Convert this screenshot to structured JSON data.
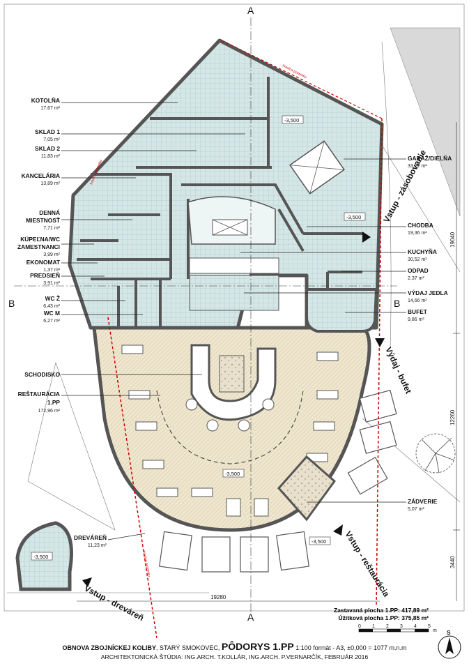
{
  "section_marks": {
    "a_top": "A",
    "a_bottom": "A",
    "b_left": "B",
    "b_right": "B"
  },
  "rooms": {
    "kotolna": {
      "name": "KOTOLŇA",
      "area": "17,67 m²"
    },
    "sklad1": {
      "name": "SKLAD 1",
      "area": "7,05 m²"
    },
    "sklad2": {
      "name": "SKLAD 2",
      "area": "11,83 m²"
    },
    "kancelaria": {
      "name": "KANCELÁRIA",
      "area": "13,89 m²"
    },
    "denna_1": "DENNÁ",
    "denna_2": "MIESTNOSŤ",
    "denna_area": "7,71 m²",
    "kupelna_1": "KÚPEĽNA/WC",
    "kupelna_2": "ZAMESTNANCI",
    "kupelna_area": "3,99 m²",
    "ekonomat": {
      "name": "EKONOMAT",
      "area": "1,37 m²"
    },
    "predsien": {
      "name": "PREDSIEŇ",
      "area": "3,91 m²"
    },
    "wcz": {
      "name": "WC Ž",
      "area": "6,43 m²"
    },
    "wcm": {
      "name": "WC M",
      "area": "6,27 m²"
    },
    "schodisko": {
      "name": "SCHODISKO"
    },
    "restauracia_1": "REŠTAURÁCIA",
    "restauracia_2": "1.PP",
    "restauracia_area": "172,96 m²",
    "drevaren": {
      "name": "DREVÁREŇ",
      "area": "11,23 m²"
    },
    "garaz": {
      "name": "GARÁŽ/DIELŇA",
      "area": "33,22 m²"
    },
    "chodba": {
      "name": "CHODBA",
      "area": "19,36 m²"
    },
    "kuchyna": {
      "name": "KUCHYŇA",
      "area": "30,52 m²"
    },
    "odpad": {
      "name": "ODPAD",
      "area": "2,37 m²"
    },
    "vydaj": {
      "name": "VÝDAJ JEDLA",
      "area": "14,66 m²"
    },
    "bufet": {
      "name": "BUFET",
      "area": "9,86 m²"
    },
    "zadverie": {
      "name": "ZÁDVERIE",
      "area": "5,07 m²"
    }
  },
  "levels": {
    "kotolna": "-3,500",
    "chodba": "-3,500",
    "restauracia": "-3,500",
    "zadverie": "-3,500",
    "drevaren": "-3,500"
  },
  "entrances": {
    "zasobovanie": "Vstup - zásobovanie",
    "bufet": "Výdaj - bufet",
    "restauracia": "Vstup - reštaurácia",
    "drevaren": "Vstup - dreváreň"
  },
  "boundary_label": "hranica pozemku",
  "dimensions": {
    "bottom": "19280",
    "right_top": "19040",
    "right_mid": "12260",
    "right_bottom": "3440"
  },
  "stats": {
    "zastavana": "Zastavaná plocha 1.PP: 417,89 m²",
    "uzitkova": "Úžitková plocha 1.PP: 375,85 m²"
  },
  "scale": {
    "ticks": [
      "0",
      "1",
      "2",
      "3",
      "4",
      "5"
    ],
    "unit": "m"
  },
  "north": "S",
  "footer": {
    "project_bold": "OBNOVA ZBOJNÍCKEJ KOLIBY",
    "project_place": ", STARÝ SMOKOVEC,",
    "sheet_title": "PÔDORYS 1.PP",
    "sheet_meta": "1:100 formát - A3, ±0,000 = 1077 m.n.m",
    "studio": "ARCHITEKTONICKÁ ŠTÚDIA: ING.ARCH. T.KOLLÁR, ING.ARCH. P.VERNARČÍK, FEBRUÁR 2016"
  },
  "colors": {
    "service_fill": "#d5e6e6",
    "restaurant_fill": "#efe6cf",
    "wall": "#555555",
    "boundary": "#cc0000"
  }
}
